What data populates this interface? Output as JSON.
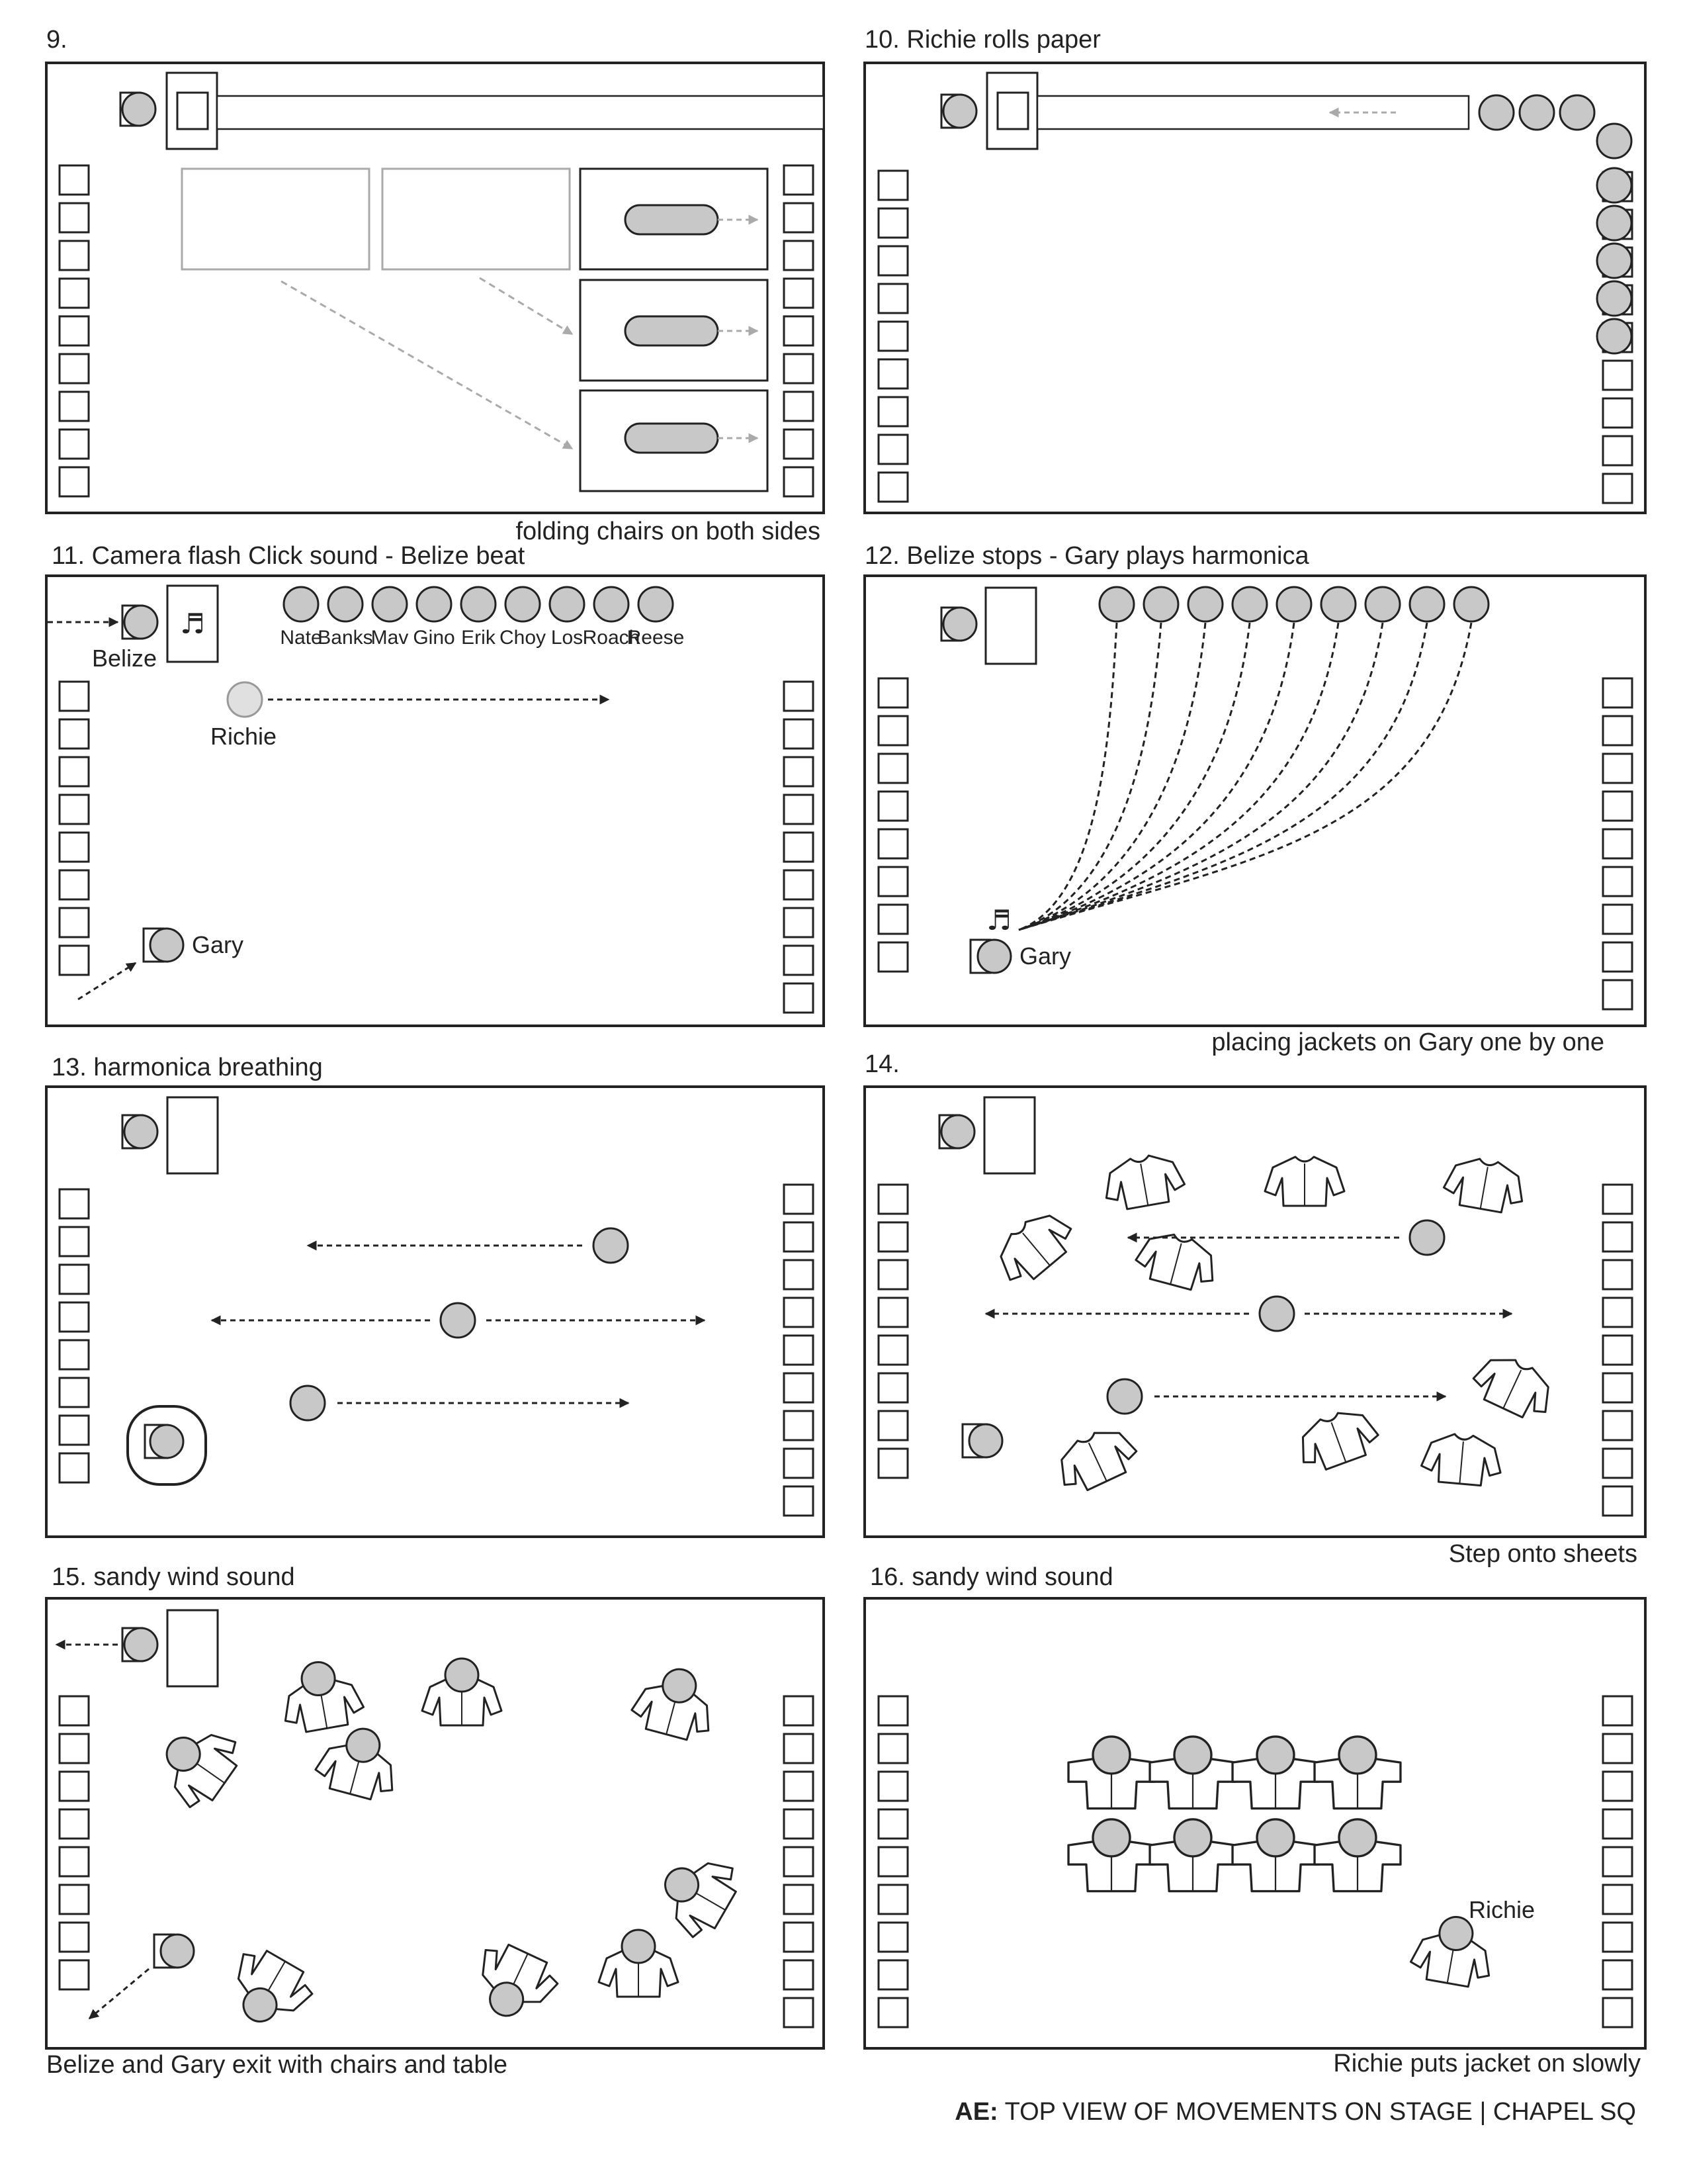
{
  "panels": [
    {
      "id": "p9",
      "title": "9.",
      "note": "folding chairs on both sides"
    },
    {
      "id": "p10",
      "title": "10.  Richie rolls paper",
      "note": ""
    },
    {
      "id": "p11",
      "title": "11. Camera flash Click sound - Belize beat",
      "note": "",
      "labels": {
        "belize": "Belize",
        "richie": "Richie",
        "gary": "Gary"
      },
      "names": [
        "Nate",
        "Banks",
        "Mav",
        "Gino",
        "Erik",
        "Choy",
        "Los",
        "Roach",
        "Reese"
      ]
    },
    {
      "id": "p12",
      "title": "12. Belize stops - Gary plays harmonica",
      "note": "placing jackets on Gary one by one",
      "labels": {
        "gary": "Gary"
      }
    },
    {
      "id": "p13",
      "title": "13. harmonica breathing",
      "note": ""
    },
    {
      "id": "p14",
      "title": "14.",
      "note": "Step onto sheets"
    },
    {
      "id": "p15",
      "title": "15. sandy wind sound",
      "note": "Belize and Gary exit with chairs and table"
    },
    {
      "id": "p16",
      "title": "16.  sandy wind sound",
      "note": "Richie puts jacket on slowly",
      "labels": {
        "richie": "Richie"
      }
    }
  ],
  "footer": {
    "bold": "AE:",
    "text": " TOP VIEW OF MOVEMENTS ON STAGE | CHAPEL SQ"
  },
  "icons": [
    "music-note-icon",
    "jacket-icon",
    "person-icon",
    "chair-icon",
    "arrow-icon"
  ],
  "colors": {
    "performer_fill": "#c8c8c8",
    "line": "#222222",
    "ghost": "#aaaaaa"
  }
}
